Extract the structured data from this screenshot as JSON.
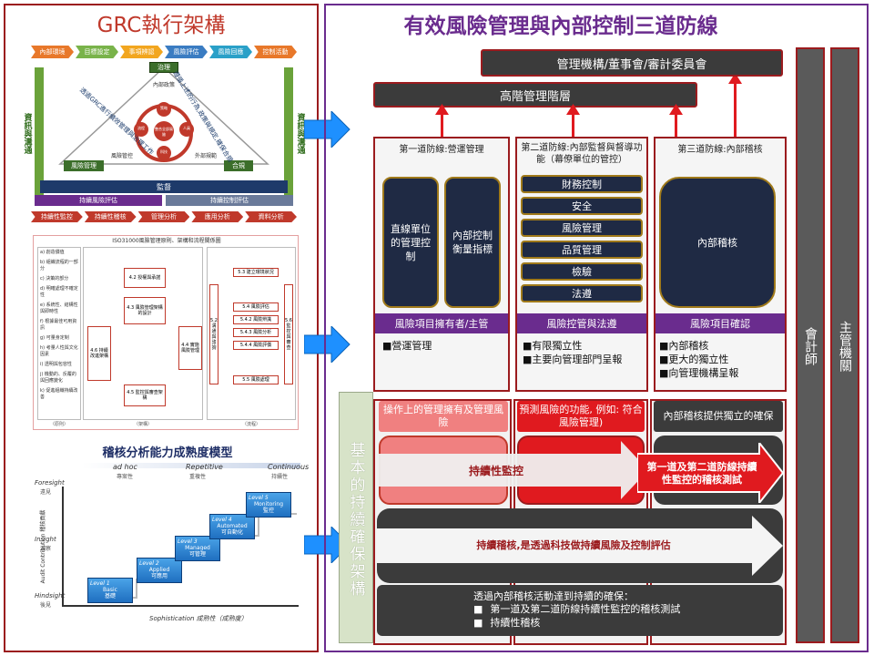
{
  "left_title": "GRC執行架構",
  "right_title": "有效風險管理與內部控制三道防線",
  "top_boxes": {
    "board": "管理機構/董事會/審計委員會",
    "senior_mgmt": "高階管理階層"
  },
  "lines": [
    {
      "header": "第一道防線:營運管理",
      "cards": [
        "直線單位的管理控制",
        "內部控制衡量指標"
      ],
      "role": "風險項目擁有者/主管",
      "notes": [
        "■營運管理"
      ]
    },
    {
      "header": "第二道防線:內部監督與督導功能（幕僚單位的管控）",
      "items": [
        "財務控制",
        "安全",
        "風險管理",
        "品質管理",
        "檢驗",
        "法遵"
      ],
      "role": "風險控管與法遵",
      "notes": [
        "■有限獨立性",
        "■主要向管理部門呈報"
      ]
    },
    {
      "header": "第三道防線:內部稽核",
      "cards": [
        "內部稽核"
      ],
      "role": "風險項目確認",
      "notes": [
        "■內部稽核",
        "■更大的獨立性",
        "■向管理機構呈報"
      ]
    }
  ],
  "columns": {
    "external_audit": "會計師",
    "regulator": "主管機關"
  },
  "assurance": {
    "side_label": "基本的持續確保架構",
    "descs": [
      "操作上的管理擁有及管理風險",
      "預測風險的功能, 例如: 符合風險管理)",
      "內部稽核提供獨立的確保"
    ],
    "arrow1": "持續性監控",
    "arrow1_end": "第一道及第二道防線持續性監控的稽核測試",
    "arrow2": "持續稽核,是透過科技做持續風險及控制評估",
    "summary_title": "透過內部稽核活動達到持續的確保：",
    "summary_items": [
      "第一道及第二道防線持續性監控的稽核測試",
      "持續性稽核"
    ]
  },
  "grc": {
    "top_steps": [
      "內部環境",
      "目標設定",
      "事項辨認",
      "風險評估",
      "風險回應",
      "控制活動"
    ],
    "left_label": "資訊與溝通",
    "right_label": "資訊與溝通",
    "tri_top": "治理",
    "tri_left": "風險管理",
    "tri_right": "合規",
    "tri_left_text": "透過GRC進行績效管理與治理工作",
    "tri_right_text": "遵循上述的行為,政策與規定,確保合規",
    "inner_top": "內部政策",
    "inner_left": "風險管控",
    "inner_right": "外部規範",
    "circle_center": "整合全部風險",
    "circle_labels": [
      "策略",
      "人員",
      "流程",
      "科技"
    ],
    "monitor": "監督",
    "eval_left": "持續風險評估",
    "eval_right": "持續控制評估",
    "bottom_steps": [
      "持續性監控",
      "持續性稽核",
      "管理分析",
      "應用分析",
      "資料分析"
    ]
  },
  "iso": {
    "title": "ISO31000風險管理原則、架構和流程關係圖",
    "principles": [
      "a) 創造價值",
      "b) 組織流程的一部分",
      "c) 決策的部分",
      "d) 明確處理不確定性",
      "e) 系統性、結構性與即時性",
      "f) 根據最佳可用資訊",
      "g) 可量身定制",
      "h) 考量人性與文化因素",
      "i) 透明與包容性",
      "j) 機動的、反覆的與回應變化",
      "k) 促進組織持續改善"
    ],
    "boxes": [
      "4.2 授權與承諾",
      "4.3 風險管理架構的設計",
      "4.4 實施風險管理",
      "4.5 監控與審查架構",
      "4.6 持續改進架構",
      "5.2 溝通與諮詢",
      "5.3 建立環境狀況",
      "5.4 風險評估",
      "5.4.2 風險辨識",
      "5.4.3 風險分析",
      "5.4.4 風險評價",
      "5.5 風險處理",
      "5.6 監控與審查"
    ],
    "captions": [
      "（原則）",
      "（架構）",
      "（流程）"
    ]
  },
  "maturity": {
    "title": "稽核分析能力成熟度模型",
    "top_axis": [
      {
        "en": "ad hoc",
        "zh": "專案性"
      },
      {
        "en": "Repetitive",
        "zh": "重複性"
      },
      {
        "en": "Continuous",
        "zh": "持續性"
      }
    ],
    "y_axis_label": "Audit Contribution  稽核貢獻",
    "y_levels": [
      {
        "en": "Foresight",
        "zh": "遠見"
      },
      {
        "en": "Insight",
        "zh": "洞察"
      },
      {
        "en": "Hindsight",
        "zh": "後見"
      }
    ],
    "x_axis_label": "Sophistication  成熟性（成熟度）",
    "levels": [
      {
        "num": "Level 1",
        "en": "Basic",
        "zh": "基礎"
      },
      {
        "num": "Level 2",
        "en": "Applied",
        "zh": "可應用"
      },
      {
        "num": "Level 3",
        "en": "Managed",
        "zh": "可管理"
      },
      {
        "num": "Level 4",
        "en": "Automated",
        "zh": "可自動化"
      },
      {
        "num": "Level 5",
        "en": "Monitoring",
        "zh": "監控"
      }
    ]
  },
  "colors": {
    "dark_red": "#9b1b1e",
    "purple": "#6a2c8e",
    "red": "#e01a1f",
    "dark_box": "#1f2a44",
    "grey": "#3b3b3b",
    "green_side": "#d7e3c8"
  }
}
